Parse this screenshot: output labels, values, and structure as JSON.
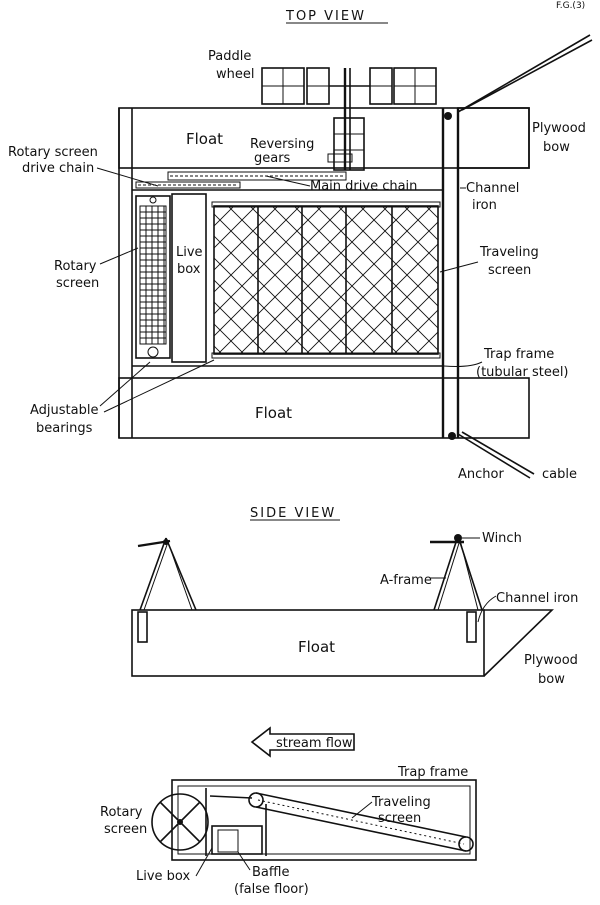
{
  "corner_mark": "F.G.(3)",
  "top_view": {
    "title": "TOP VIEW",
    "labels": {
      "paddle_wheel_1": "Paddle",
      "paddle_wheel_2": "wheel",
      "float_top": "Float",
      "reversing_1": "Reversing",
      "reversing_2": "gears",
      "plywood_1": "Plywood",
      "plywood_2": "bow",
      "rotary_chain_1": "Rotary screen",
      "rotary_chain_2": "drive chain",
      "main_chain": "Main drive chain",
      "channel_1": "Channel",
      "channel_2": "iron",
      "live_1": "Live",
      "live_2": "box",
      "rotary_1": "Rotary",
      "rotary_2": "screen",
      "traveling_1": "Traveling",
      "traveling_2": "screen",
      "trap_1": "Trap frame",
      "trap_2": "(tubular steel)",
      "adjustable_1": "Adjustable",
      "adjustable_2": "bearings",
      "float_bottom": "Float",
      "anchor_1": "Anchor",
      "anchor_2": "cable"
    }
  },
  "side_view": {
    "title": "SIDE VIEW",
    "labels": {
      "winch": "Winch",
      "aframe": "A-frame",
      "channel": "Channel iron",
      "float": "Float",
      "plywood_1": "Plywood",
      "plywood_2": "bow"
    }
  },
  "section_view": {
    "stream_flow": "stream flow",
    "labels": {
      "trap_frame": "Trap frame",
      "traveling_1": "Traveling",
      "traveling_2": "screen",
      "rotary_1": "Rotary",
      "rotary_2": "screen",
      "live_box": "Live box",
      "baffle_1": "Baffle",
      "baffle_2": "(false floor)"
    }
  }
}
